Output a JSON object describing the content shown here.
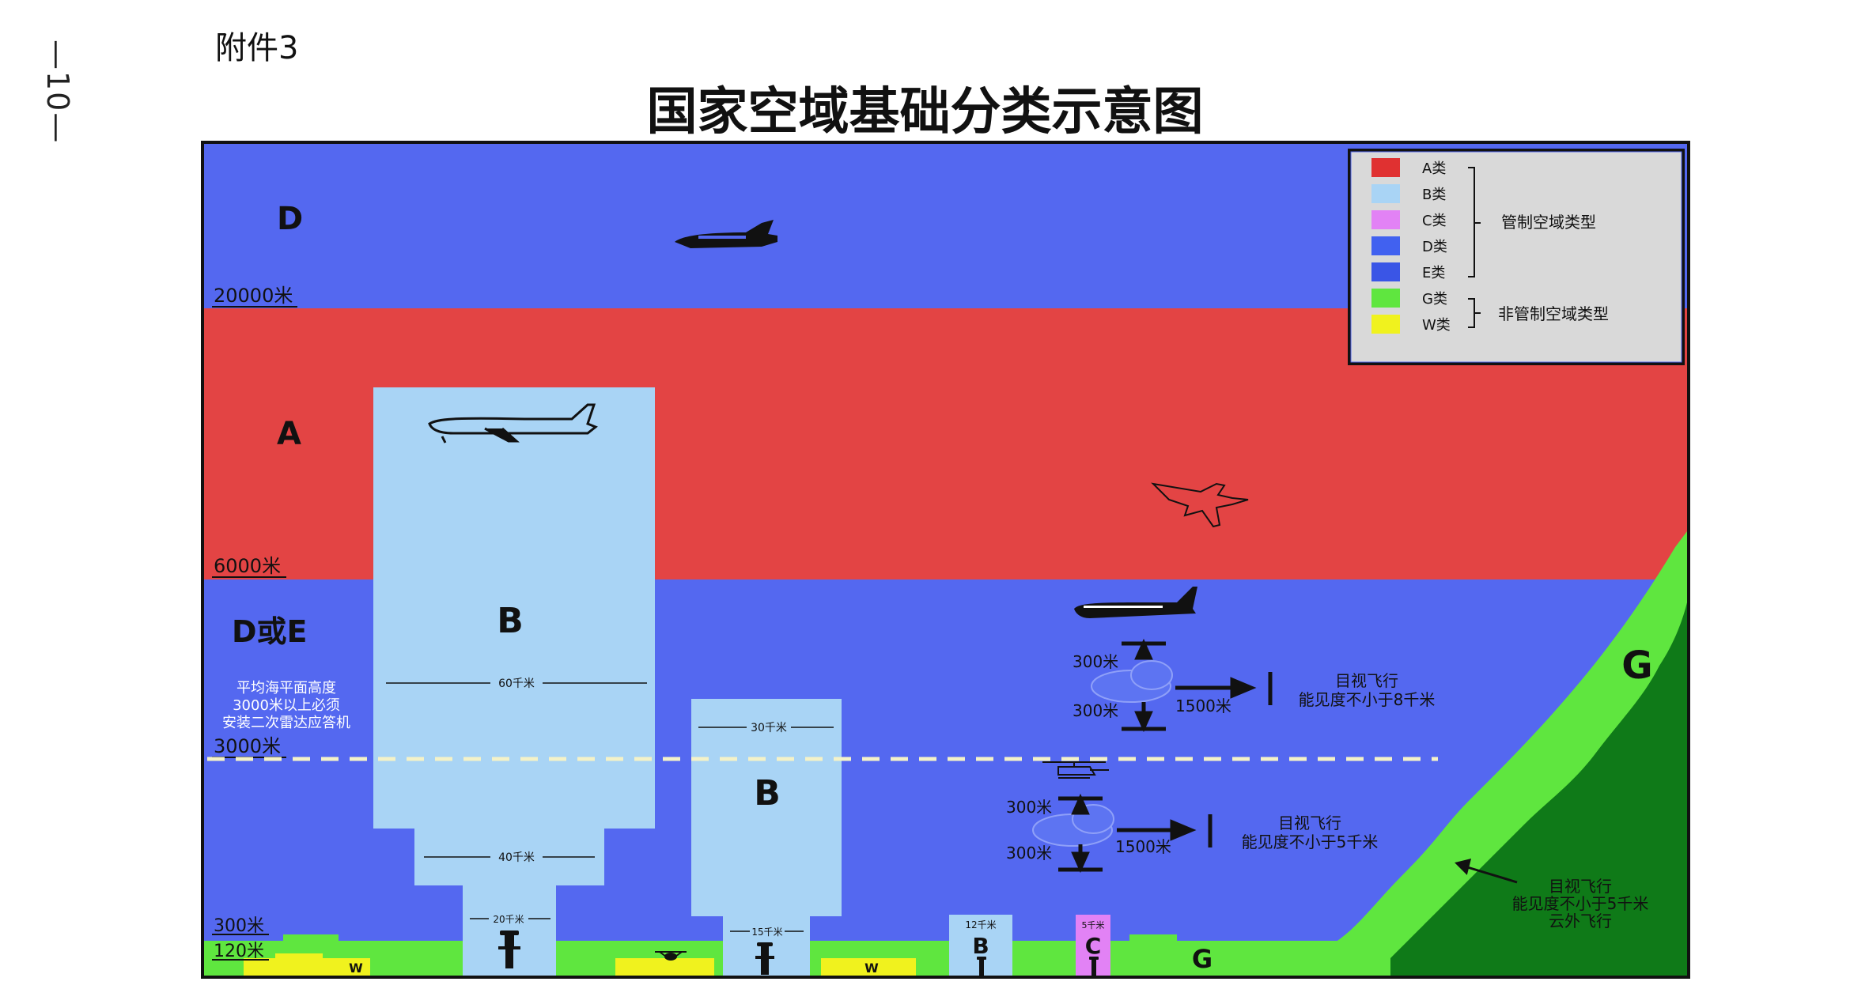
{
  "page": {
    "attachment": "附件3",
    "page_number": "—10—",
    "title": "国家空域基础分类示意图"
  },
  "colors": {
    "class_a": "#e34444",
    "class_b": "#a9d4f5",
    "class_c": "#e282f5",
    "class_d": "#5468f0",
    "class_e": "#3a55e6",
    "class_g": "#5fe63f",
    "class_w": "#f0f21e",
    "legend_bg": "#d9d9d9",
    "terrain_dark": "#0f7a18"
  },
  "legend": {
    "items": [
      {
        "label": "A类",
        "color": "#e03131"
      },
      {
        "label": "B类",
        "color": "#a9d4f5"
      },
      {
        "label": "C类",
        "color": "#e282f5"
      },
      {
        "label": "D类",
        "color": "#4161f0"
      },
      {
        "label": "E类",
        "color": "#3a55e6"
      },
      {
        "label": "G类",
        "color": "#5fe63f"
      },
      {
        "label": "W类",
        "color": "#f0f21e"
      }
    ],
    "controlled_label": "管制空域类型",
    "uncontrolled_label": "非管制空域类型"
  },
  "altitudes": {
    "h20000": "20000米",
    "h6000": "6000米",
    "h3000": "3000米",
    "h300": "300米",
    "h120": "120米"
  },
  "zones": {
    "top": "D",
    "middle": "A",
    "lower": "D或E",
    "terrain": "G"
  },
  "transponder_note": [
    "平均海平面高度",
    "3000米以上必须",
    "安装二次雷达应答机"
  ],
  "airport_large": {
    "label": "B",
    "r60": "60千米",
    "r40": "40千米",
    "r20": "20千米"
  },
  "airport_medium": {
    "label": "B",
    "r30": "30千米",
    "r15": "15千米"
  },
  "airport_small_b": {
    "label": "B",
    "radius": "12千米"
  },
  "airport_c": {
    "label": "C",
    "radius": "5千米"
  },
  "ground": {
    "w1": "W",
    "w2": "W",
    "g": "G"
  },
  "vfr_upper": {
    "above": "300米",
    "below": "300米",
    "horizontal": "1500米",
    "line1": "目视飞行",
    "line2": "能见度不小于8千米"
  },
  "vfr_lower": {
    "above": "300米",
    "below": "300米",
    "horizontal": "1500米",
    "line1": "目视飞行",
    "line2": "能见度不小于5千米"
  },
  "vfr_g": {
    "line1": "目视飞行",
    "line2": "能见度不小于5千米",
    "line3": "云外飞行"
  }
}
